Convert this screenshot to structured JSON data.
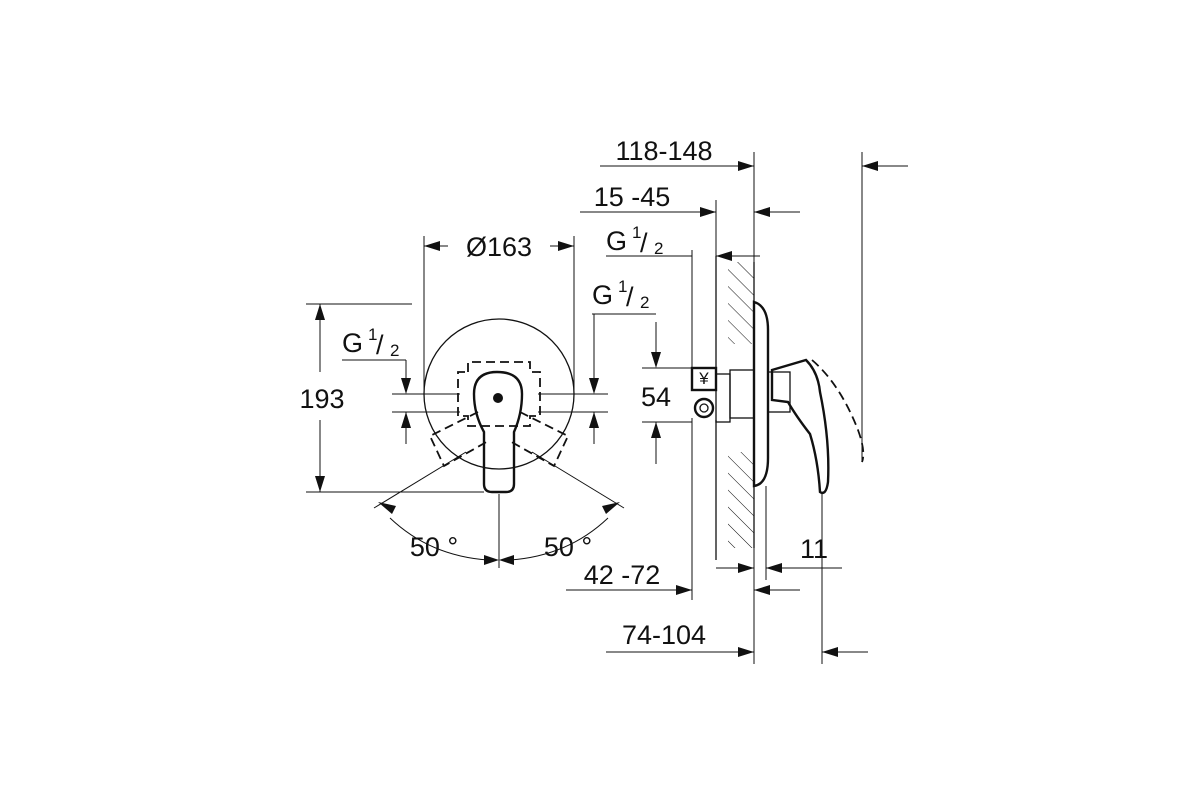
{
  "front_view": {
    "diameter": "Ø163",
    "height": "193",
    "thread_left": {
      "base": "G",
      "num": "1",
      "den": "2"
    },
    "thread_right": {
      "base": "G",
      "num": "1",
      "den": "2"
    },
    "angle_left": "50 °",
    "angle_right": "50 °"
  },
  "side_view": {
    "overall_range": "118-148",
    "wall_range": "15 -45",
    "thread_top": {
      "base": "G",
      "num": "1",
      "den": "2"
    },
    "spacing": "54",
    "depth_range": "42 -72",
    "handle_gap": "11",
    "lever_range": "74-104"
  }
}
